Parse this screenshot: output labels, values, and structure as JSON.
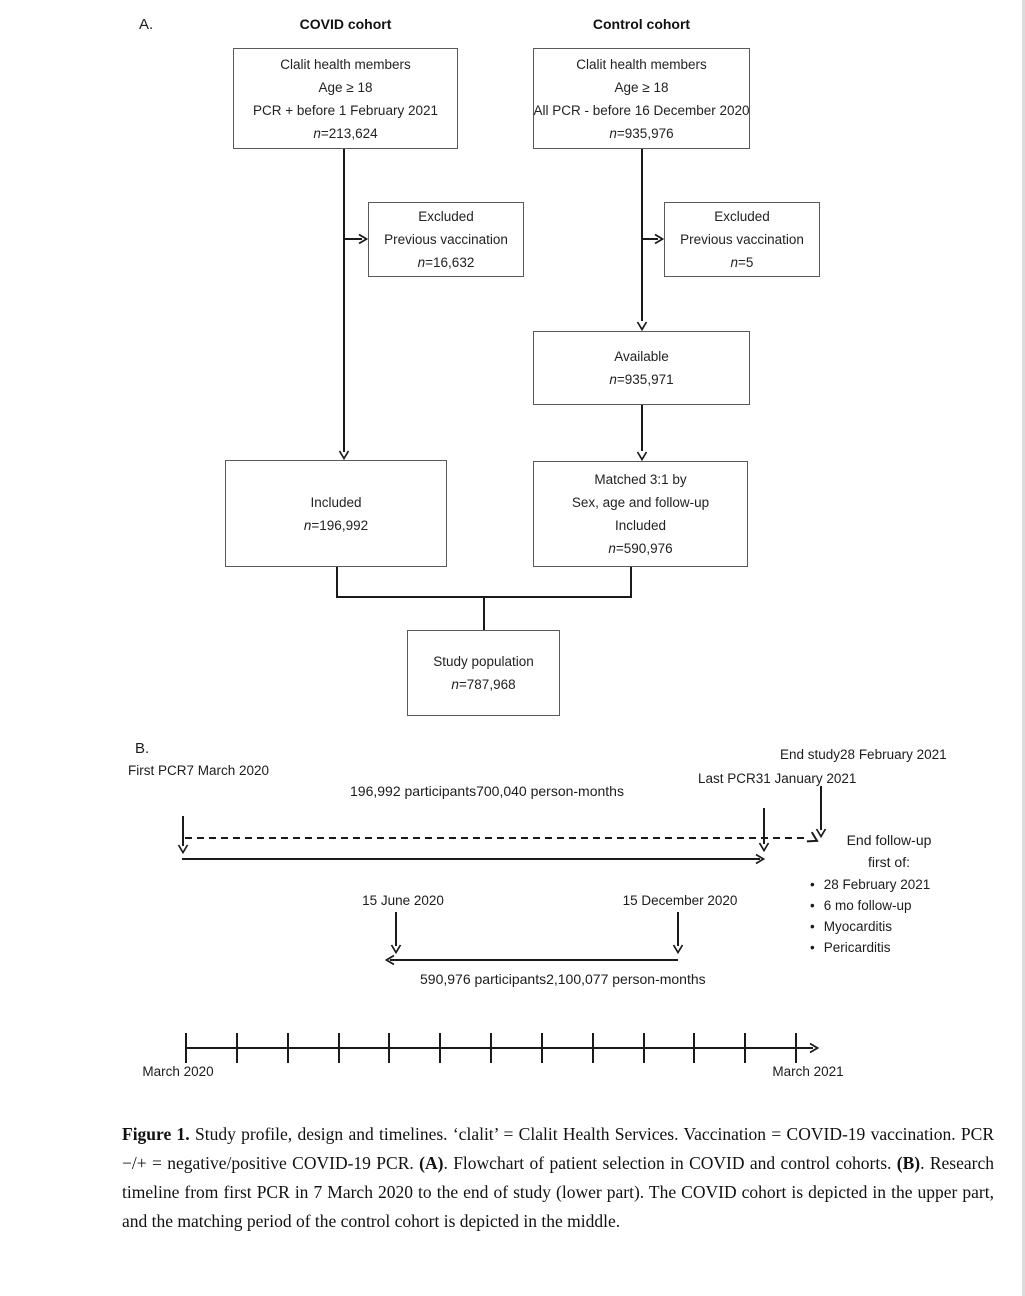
{
  "panelA": {
    "label": "A.",
    "covid_title": "COVID cohort",
    "control_title": "Control cohort",
    "boxes": {
      "covid_top": {
        "lines": [
          "Clalit health members",
          "Age ≥ 18",
          "PCR + before 1 February 2021",
          "n=213,624"
        ]
      },
      "control_top": {
        "lines": [
          "Clalit health members",
          "Age ≥ 18",
          "All PCR - before 16 December 2020",
          "n=935,976"
        ]
      },
      "excluded_covid": {
        "lines": [
          "Excluded",
          "Previous vaccination",
          "n=16,632"
        ]
      },
      "excluded_control": {
        "lines": [
          "Excluded",
          "Previous vaccination",
          "n=5"
        ]
      },
      "available": {
        "lines": [
          "Available",
          "n=935,971"
        ]
      },
      "included_covid": {
        "lines": [
          "Included",
          "n=196,992"
        ]
      },
      "matched": {
        "lines": [
          "Matched 3:1 by",
          "Sex, age and follow-up",
          "Included",
          "n=590,976"
        ]
      },
      "study_population": {
        "lines": [
          "Study population",
          "n=787,968"
        ]
      }
    }
  },
  "panelB": {
    "label": "B.",
    "first_pcr": {
      "lines": [
        "First PCR",
        "7 March 2020"
      ]
    },
    "covid_cohort_stats": {
      "lines": [
        "196,992 participants",
        "700,040 person-months"
      ]
    },
    "last_pcr": {
      "lines": [
        "Last PCR",
        "31 January 2021"
      ]
    },
    "end_study": {
      "lines": [
        "End study",
        "28 February 2021"
      ]
    },
    "end_followup_title": "End follow-up",
    "end_followup_subtitle": "first of:",
    "end_followup_items": [
      "28 February 2021",
      "6 mo follow-up",
      "Myocarditis",
      "Pericarditis"
    ],
    "matching_start": "15 June 2020",
    "matching_end": "15 December 2020",
    "control_cohort_stats": {
      "lines": [
        "590,976 participants",
        "2,100,077 person-months"
      ]
    },
    "axis_start": "March 2020",
    "axis_end": "March 2021"
  },
  "caption": {
    "segments": [
      {
        "text": "Figure 1.",
        "bold": true
      },
      {
        "text": " Study profile, design and timelines. ‘clalit’ = Clalit Health Services. Vaccination = COVID-19 vaccination. PCR −/+ = negative/positive COVID-19 PCR. ",
        "bold": false
      },
      {
        "text": "(A)",
        "bold": true
      },
      {
        "text": ". Flowchart of patient selection in COVID and control cohorts. ",
        "bold": false
      },
      {
        "text": "(B)",
        "bold": true
      },
      {
        "text": ". Research timeline from first PCR in 7 March 2020 to the end of study (lower part). The COVID cohort is depicted in the upper part, and the matching period of the control cohort is depicted in the middle.",
        "bold": false
      }
    ]
  },
  "colors": {
    "line": "#1a1a1a",
    "box_border": "#595959",
    "text": "#1c1c1c"
  }
}
